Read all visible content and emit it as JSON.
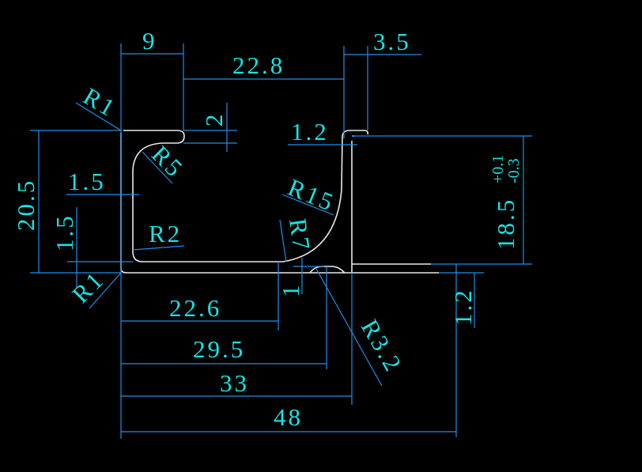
{
  "drawing": {
    "line_colors": {
      "profile": "#e8e8e8",
      "dimension": "#1e8fe6",
      "text": "#12e6e6"
    },
    "dimensions": {
      "top_flange_width": "9",
      "top_gap": "22.8",
      "lip_width": "3.5",
      "flange_thickness": "2",
      "wall_thickness_top": "1.2",
      "overall_height": "20.5",
      "left_wall_thickness": "1.5",
      "bottom_thickness": "1.5",
      "inner_length": "22.6",
      "bump_position": "29.5",
      "wall_position": "33",
      "overall_length": "48",
      "right_height": "18.5",
      "right_height_tol_upper": "+0.1",
      "right_height_tol_lower": "-0.3",
      "right_base_thickness": "1.2",
      "bump_height": "1"
    },
    "radii": {
      "top_left": "R1",
      "bottom_left": "R1",
      "inner_top": "R5",
      "inner_bottom": "R2",
      "large_curve": "R15",
      "small_curve": "R7",
      "bump": "R3.2"
    }
  }
}
